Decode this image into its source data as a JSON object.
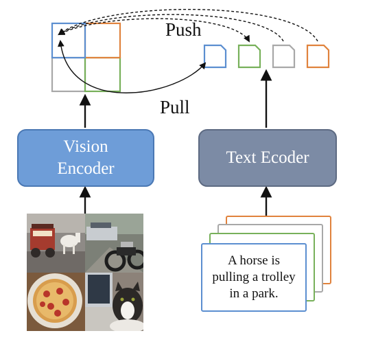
{
  "labels": {
    "push": "Push",
    "pull": "Pull"
  },
  "vision_encoder": {
    "line1": "Vision",
    "line2": "Encoder"
  },
  "text_encoder": {
    "label": "Text Ecoder"
  },
  "caption_card": {
    "line1": "A horse is",
    "line2": "pulling a trolley",
    "line3": "in a park."
  },
  "colors": {
    "blue": "#5b8ed0",
    "orange": "#e0823c",
    "green": "#77b05a",
    "gray": "#a8a8a8",
    "vision_fill": "#6e9dd8",
    "text_fill": "#7c8ba5"
  },
  "images": [
    "horse-trolley-photo",
    "motorcycle-photo",
    "pizza-photo",
    "cat-laptop-photo"
  ]
}
